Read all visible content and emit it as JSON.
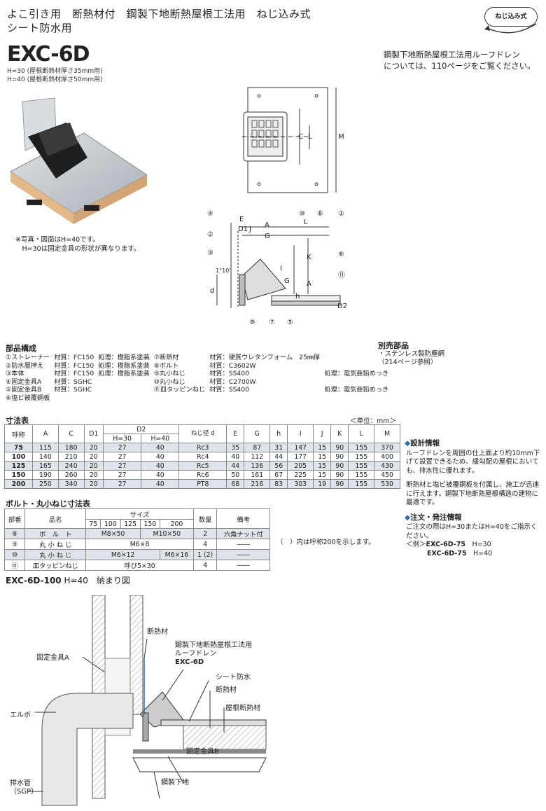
{
  "header": {
    "line1": "よこ引き用　断熱材付　鋼製下地断熱屋根工法用　ねじ込み式",
    "line2": "シート防水用",
    "model": "EXC-6D",
    "h30": "H=30 (屋根断熱材厚さ35mm用)",
    "h40": "H=40 (屋根断熱材厚さ50mm用)",
    "badge": "ねじ込み式",
    "ref1": "鋼製下地断熱屋根工法用ルーフドレン",
    "ref2": "については、110ページをご覧ください。"
  },
  "photo_note": {
    "line1": "※写真・図面はH=40です。",
    "line2": "　H=30は固定金具の形状が異なります。"
  },
  "drawing": {
    "labels": [
      "M",
      "C",
      "L",
      "A",
      "E",
      "D1",
      "J",
      "G",
      "K",
      "I",
      "h",
      "d",
      "D2",
      "1°10'"
    ],
    "circles": [
      "④",
      "⑩",
      "⑧",
      "①",
      "②",
      "③",
      "⑥",
      "⑪",
      "⑨",
      "⑦",
      "⑤"
    ]
  },
  "parts": {
    "title": "部品構成",
    "rows": [
      [
        "①ストレーナー",
        "材質：FC150",
        "処理：樹脂系塗装",
        "⑦断熱材",
        "材質：硬質ウレタンフォーム　25㎜厚",
        ""
      ],
      [
        "②防水層押え",
        "材質：FC150",
        "処理：樹脂系塗装",
        "⑧ボルト",
        "材質：C3602W",
        ""
      ],
      [
        "③本体",
        "材質：FC150",
        "処理：樹脂系塗装",
        "⑨丸小ねじ",
        "材質：SS400",
        "処理：電気亜鉛めっき"
      ],
      [
        "④固定金具A",
        "材質：SGHC",
        "",
        "⑩丸小ねじ",
        "材質：C2700W",
        ""
      ],
      [
        "⑤固定金具B",
        "材質：SGHC",
        "",
        "⑪皿タッピンねじ",
        "材質：SS400",
        "処理：電気亜鉛めっき"
      ],
      [
        "⑥塩ビ被覆鋼板",
        "",
        "",
        "",
        "",
        ""
      ]
    ]
  },
  "separate": {
    "title": "別売部品",
    "line1": "・ステンレス製防塵網",
    "line2": "（214ページ参照）"
  },
  "dimensions": {
    "title": "寸法表",
    "unit": "＜単位：mm＞",
    "headers": [
      "呼称",
      "A",
      "C",
      "D1",
      "D2",
      "ねじ径 d",
      "E",
      "G",
      "h",
      "I",
      "J",
      "K",
      "L",
      "M"
    ],
    "d2_sub": [
      "H=30",
      "H=40"
    ],
    "rows": [
      [
        "75",
        "115",
        "180",
        "20",
        "27",
        "40",
        "Rc3",
        "35",
        "87",
        "31",
        "147",
        "15",
        "90",
        "155",
        "370"
      ],
      [
        "100",
        "140",
        "210",
        "20",
        "27",
        "40",
        "Rc4",
        "40",
        "112",
        "44",
        "177",
        "15",
        "90",
        "155",
        "400"
      ],
      [
        "125",
        "165",
        "240",
        "20",
        "27",
        "40",
        "Rc5",
        "44",
        "136",
        "56",
        "205",
        "15",
        "90",
        "155",
        "430"
      ],
      [
        "150",
        "190",
        "260",
        "20",
        "27",
        "40",
        "Rc6",
        "50",
        "161",
        "67",
        "225",
        "15",
        "90",
        "155",
        "450"
      ],
      [
        "200",
        "250",
        "340",
        "20",
        "27",
        "40",
        "PT8",
        "68",
        "216",
        "83",
        "303",
        "19",
        "90",
        "155",
        "530"
      ]
    ]
  },
  "bolts": {
    "title": "ボルト・丸小ねじ寸法表",
    "h_part": "部番",
    "h_name": "品名",
    "h_size": "サイズ",
    "sizes": [
      "75",
      "100",
      "125",
      "150",
      "200"
    ],
    "h_qty": "数量",
    "h_note": "備考",
    "rows": [
      {
        "no": "⑧",
        "name": "ボ　ル　ト",
        "a": "M8×50",
        "b": "M10×50",
        "qty": "2",
        "note": "六角ナット付"
      },
      {
        "no": "⑨",
        "name": "丸 小 ね じ",
        "a": "M6×8",
        "b": "",
        "qty": "4",
        "note": "――"
      },
      {
        "no": "⑩",
        "name": "丸 小 ね じ",
        "a": "M6×12",
        "b": "M6×16",
        "qty": "1 (2)",
        "note": "――"
      },
      {
        "no": "⑪",
        "name": "皿タッピンねじ",
        "a": "呼び5×30",
        "b": "",
        "qty": "4",
        "note": "――"
      }
    ],
    "footnote": "（　）内は呼称200を示します。"
  },
  "design": {
    "title": "設計情報",
    "p1": "ルーフドレンを周囲の仕上面より約10mm下げて設置できるため、緩勾配の屋根においても、排水性に優れます。",
    "p2": "断熱材と塩ビ被覆鋼板を付属し、施工が迅速に行えます。鋼製下地断熱屋根構造の建物に最適です。",
    "order_title": "注文・発注情報",
    "o1": "ご注文の際はH=30またはH=40をご指示ください。",
    "ex_label": "＜例＞",
    "ex1_model": "EXC-6D-75",
    "ex1_h": "H=30",
    "ex2_model": "EXC-6D-75",
    "ex2_h": "H=40"
  },
  "install": {
    "title_model": "EXC-6D-100",
    "title_rest": "H=40　納まり図",
    "l_insul": "断熱材",
    "l_prod1": "鋼製下地断熱屋根工法用",
    "l_prod2": "ルーフドレン",
    "l_prod3": "EXC-6D",
    "l_sheet": "シート防水",
    "l_insul2": "断熱材",
    "l_roofins": "屋根断熱材",
    "l_fixA": "固定金具A",
    "l_elbow": "エルボ",
    "l_fixB": "固定金具B",
    "l_steel": "鋼製下地",
    "l_pipe1": "排水管",
    "l_pipe2": "（SGP）"
  }
}
